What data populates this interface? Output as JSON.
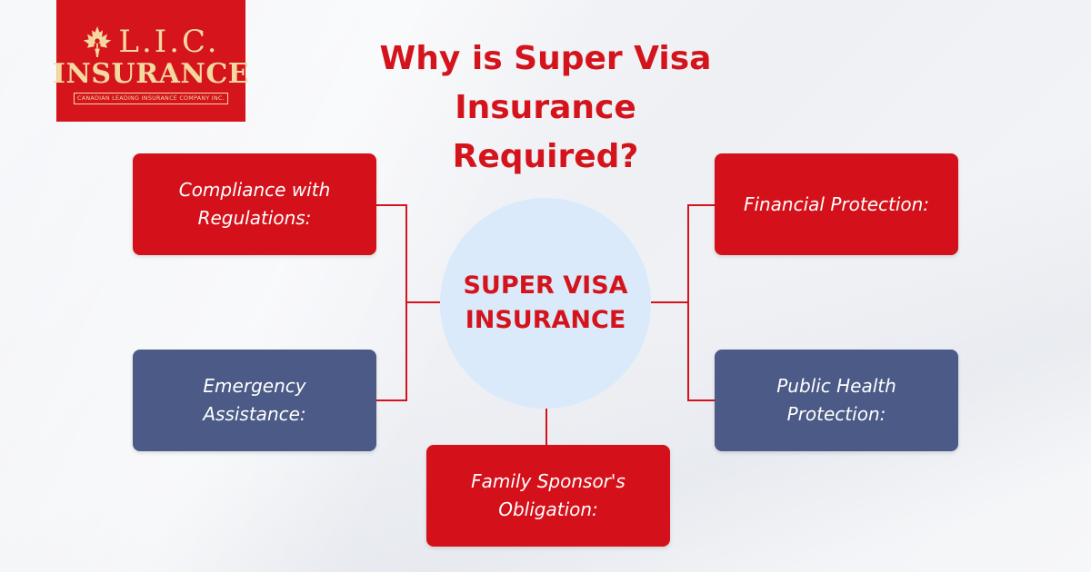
{
  "logo": {
    "line1": "L.I.C.",
    "line2": "INSURANCE",
    "tagline": "CANADIAN LEADING INSURANCE COMPANY INC."
  },
  "title": "Why is Super Visa Insurance Required?",
  "hub": {
    "label": "SUPER VISA INSURANCE"
  },
  "boxes": [
    {
      "label": "Compliance with Regulations:",
      "color": "#d4111a"
    },
    {
      "label": "Financial Protection:",
      "color": "#d4111a"
    },
    {
      "label": "Emergency Assistance:",
      "color": "#4b5a86"
    },
    {
      "label": "Public Health Protection:",
      "color": "#4b5a86"
    },
    {
      "label": "Family Sponsor's Obligation:",
      "color": "#d4111a"
    }
  ],
  "colors": {
    "accent_red": "#d4141c",
    "accent_blue": "#4b5a86",
    "hub_fill": "#daeafa",
    "logo_gold": "#f3d9a0"
  }
}
